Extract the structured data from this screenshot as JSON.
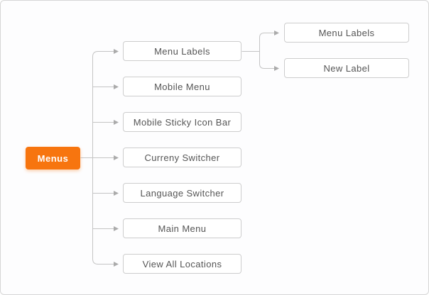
{
  "diagram": {
    "root": {
      "label": "Menus"
    },
    "level1": [
      {
        "label": "Menu Labels"
      },
      {
        "label": "Mobile Menu"
      },
      {
        "label": "Mobile Sticky Icon Bar"
      },
      {
        "label": "Curreny Switcher"
      },
      {
        "label": "Language Switcher"
      },
      {
        "label": "Main Menu"
      },
      {
        "label": "View All Locations"
      }
    ],
    "level2": [
      {
        "label": "Menu Labels"
      },
      {
        "label": "New Label"
      }
    ],
    "colors": {
      "root_background": "#f7750f",
      "root_text": "#ffffff",
      "node_background": "#ffffff",
      "node_border": "#cdcdcd",
      "node_text": "#555555",
      "connector_line": "#c4c4c4",
      "arrowhead": "#ababab",
      "canvas_background": "#fdfdfe",
      "canvas_border": "#d6d6d6"
    }
  }
}
